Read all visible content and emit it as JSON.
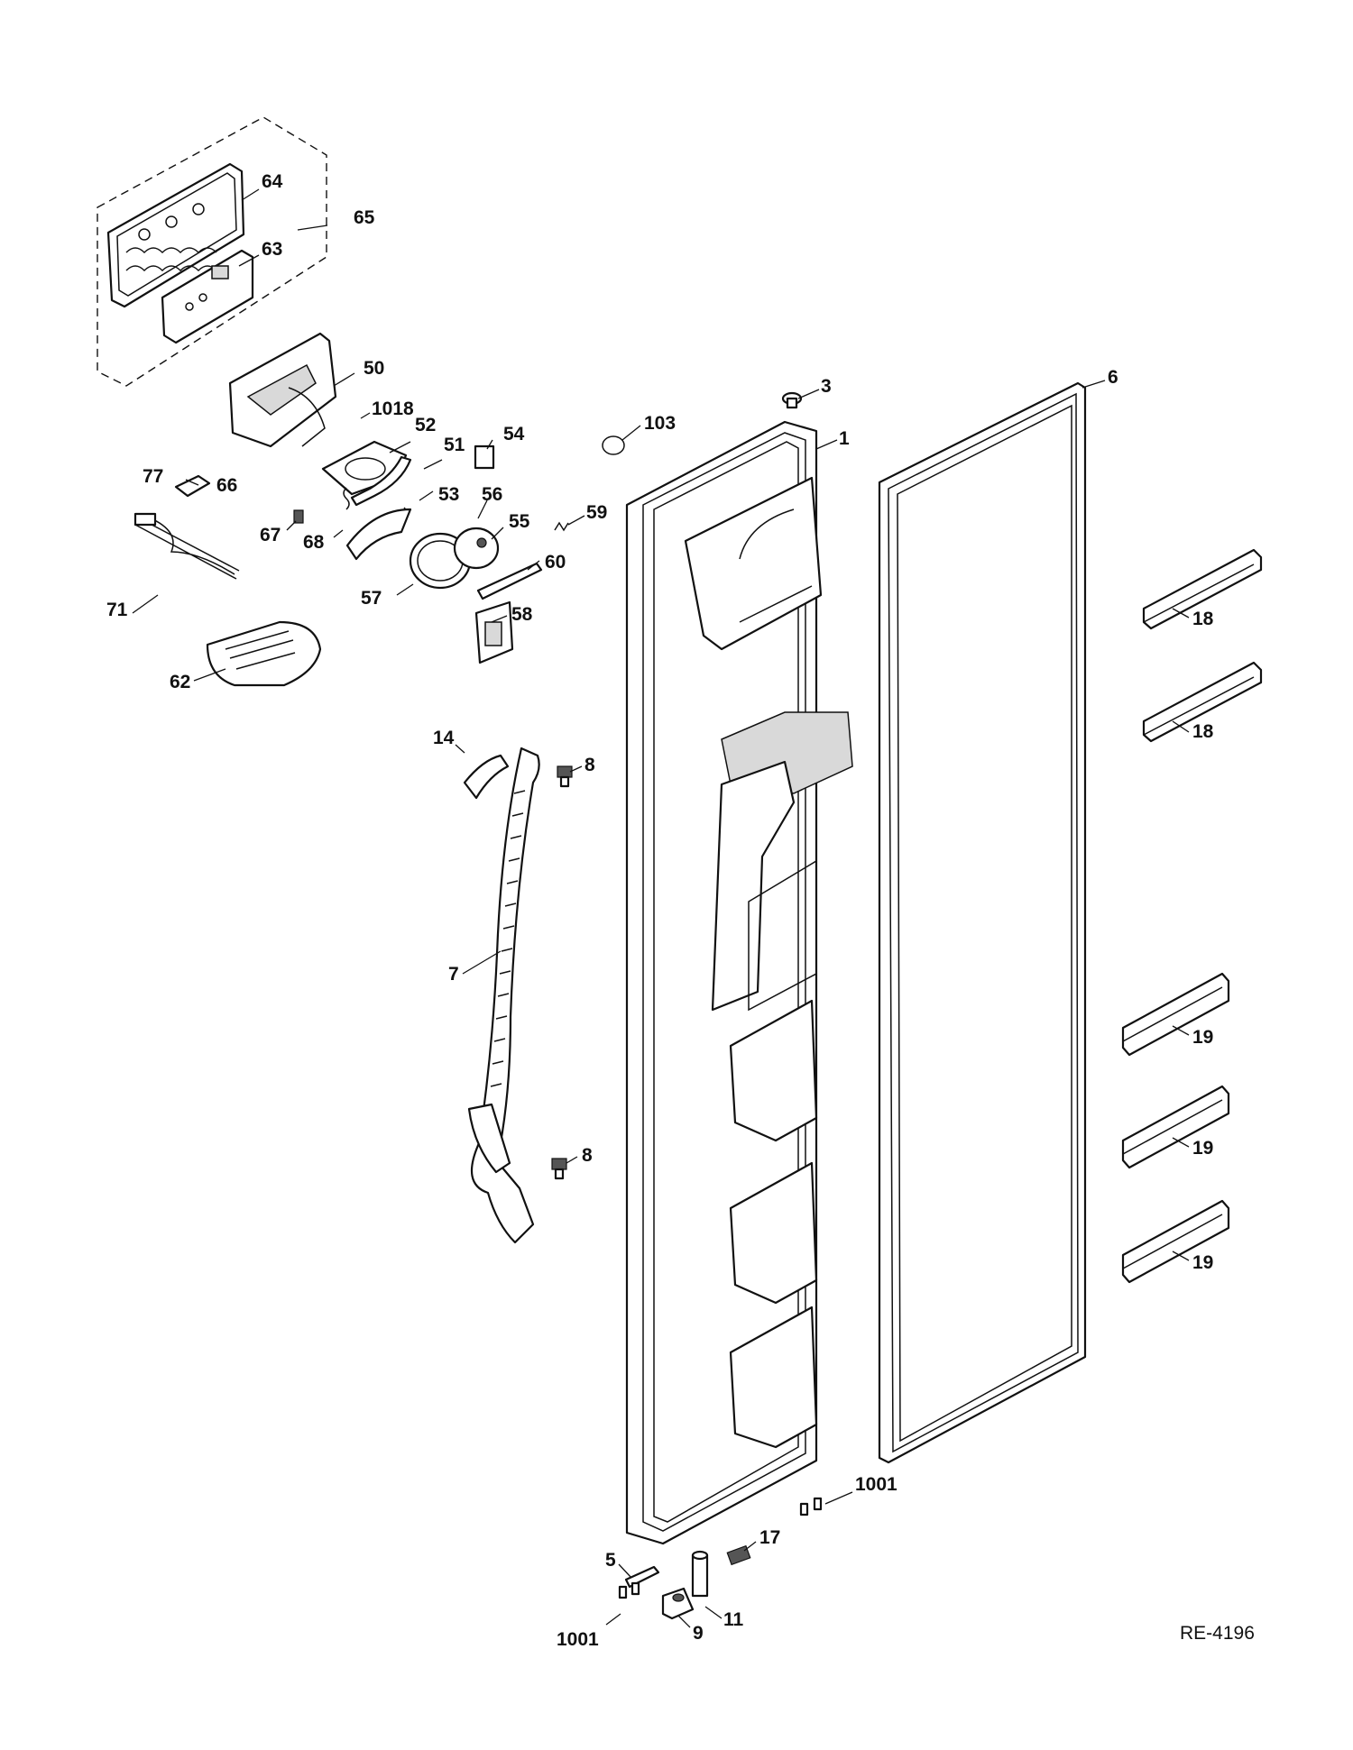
{
  "diagram": {
    "document_code": "RE-4196",
    "callouts": [
      "64",
      "65",
      "63",
      "50",
      "1018",
      "52",
      "51",
      "54",
      "77",
      "66",
      "53",
      "56",
      "103",
      "3",
      "1",
      "6",
      "55",
      "59",
      "67",
      "68",
      "60",
      "57",
      "71",
      "58",
      "62",
      "18",
      "18",
      "14",
      "8",
      "7",
      "8",
      "19",
      "19",
      "19",
      "1001",
      "5",
      "17",
      "11",
      "9",
      "1001"
    ]
  }
}
